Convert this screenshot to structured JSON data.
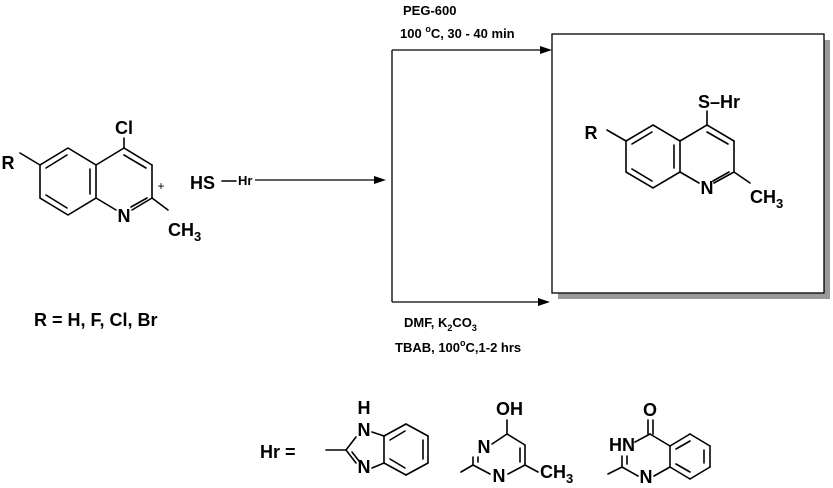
{
  "reactant": {
    "r_label": "R",
    "cl_label": "Cl",
    "n_label": "N",
    "ch3_text": "CH",
    "ch3_sub": "3"
  },
  "plus_sign": "+",
  "thiol": {
    "hs_label": "HS",
    "hr_label": "Hr"
  },
  "conditions_top": {
    "line1": "PEG-600",
    "line2_a": "100 ",
    "line2_sup": "o",
    "line2_b": "C, 30 - 40 min"
  },
  "conditions_bottom": {
    "line1_a": "DMF, K",
    "line1_sub1": "2",
    "line1_b": "CO",
    "line1_sub2": "3",
    "line2_a": "TBAB, 100",
    "line2_sup": "o",
    "line2_b": "C,1-2 hrs"
  },
  "product": {
    "s_hr_label": "S–Hr",
    "r_label": "R",
    "n_label": "N",
    "ch3_text": "CH",
    "ch3_sub": "3"
  },
  "r_definition": "R = H, F, Cl, Br",
  "hr_definition": {
    "label": "Hr =",
    "benzimidazole_h": "H",
    "benzimidazole_n_top": "N",
    "benzimidazole_n_bottom": "N",
    "pyrimidine_oh": "OH",
    "pyrimidine_n_top": "N",
    "pyrimidine_n_bottom": "N",
    "pyrimidine_ch3_text": "CH",
    "pyrimidine_ch3_sub": "3",
    "quinazolinone_o": "O",
    "quinazolinone_hn": "HN",
    "quinazolinone_n": "N"
  },
  "colors": {
    "ink": "#000000",
    "box_shadow": "#9a9a9a",
    "background": "#ffffff"
  }
}
